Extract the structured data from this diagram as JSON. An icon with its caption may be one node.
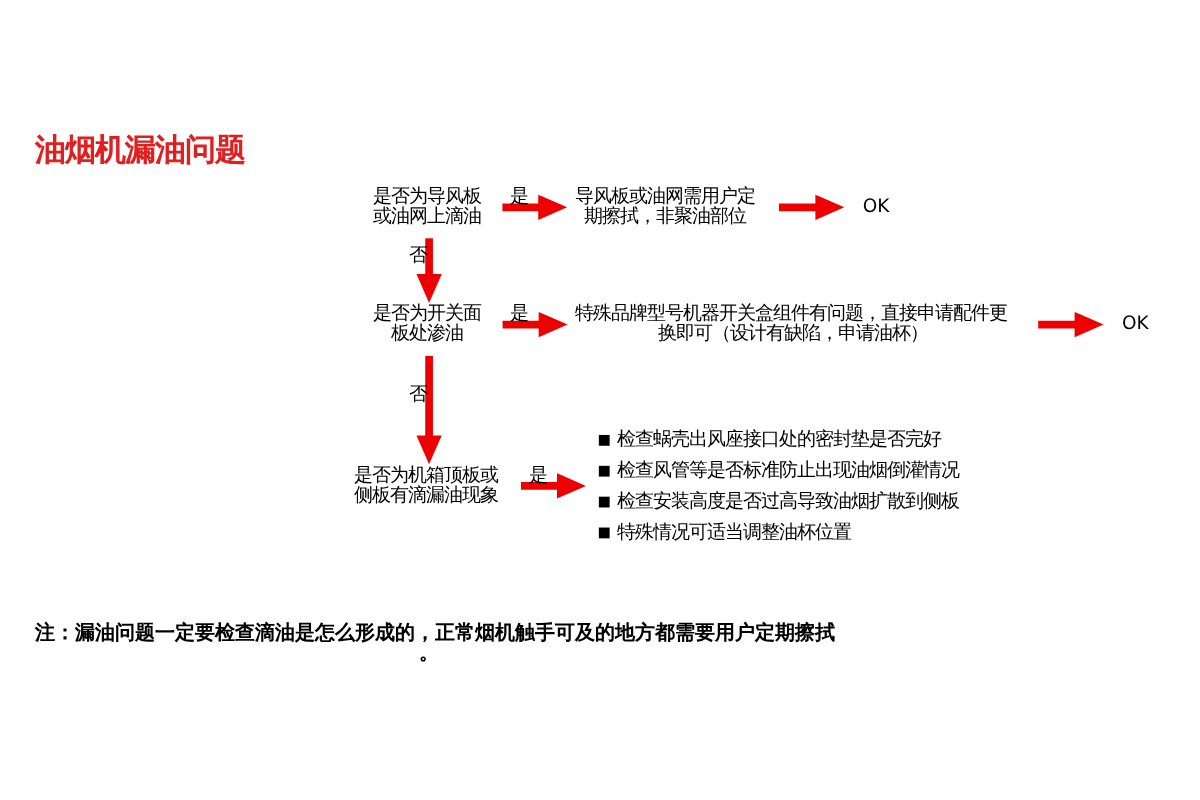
{
  "diagram": {
    "title": "油烟机漏油问题",
    "nodes": [
      {
        "text": [
          "是否为导风板或油网上滴油"
        ]
      },
      {
        "text": [
          "导风板或油网需用户定期擦拭，非聚油部位"
        ]
      },
      {
        "text": [
          "OK"
        ]
      },
      {
        "text": [
          "是否为开关面板处渗油"
        ]
      },
      {
        "text": [
          "特殊品牌型号机器开关盒组件有问题，直接申请配件更换即可（设计有缺陷，申请油杯）"
        ]
      },
      {
        "text": [
          "OK"
        ]
      },
      {
        "text": [
          "是否为机箱顶板或侧板有滴漏油现象"
        ]
      },
      {
        "text": [
          "检查蜗壳出风座接口处的密封垫是否完好",
          "检查风管等是否标准防止出现油烟倒灌情况",
          "检查安装高度是否过高导致油烟扩散到侧板",
          "特殊情况可适当调整油杯位置"
        ]
      }
    ],
    "edges": [
      {
        "from": 0,
        "to": 1,
        "arrow": "to",
        "label": "是"
      },
      {
        "from": 1,
        "to": 2,
        "arrow": "to"
      },
      {
        "from": 0,
        "to": 3,
        "arrow": "to",
        "label": "否"
      },
      {
        "from": 3,
        "to": 4,
        "arrow": "to",
        "label": "是"
      },
      {
        "from": 4,
        "to": 5,
        "arrow": "to"
      },
      {
        "from": 3,
        "to": 6,
        "arrow": "to",
        "label": "否"
      },
      {
        "from": 6,
        "to": 7,
        "arrow": "to",
        "label": "是"
      }
    ],
    "labels": [
      "注：漏油问题一定要检查滴油是怎么形成的，正常烟机触手可及的地方都需要用户定期擦拭。"
    ]
  }
}
